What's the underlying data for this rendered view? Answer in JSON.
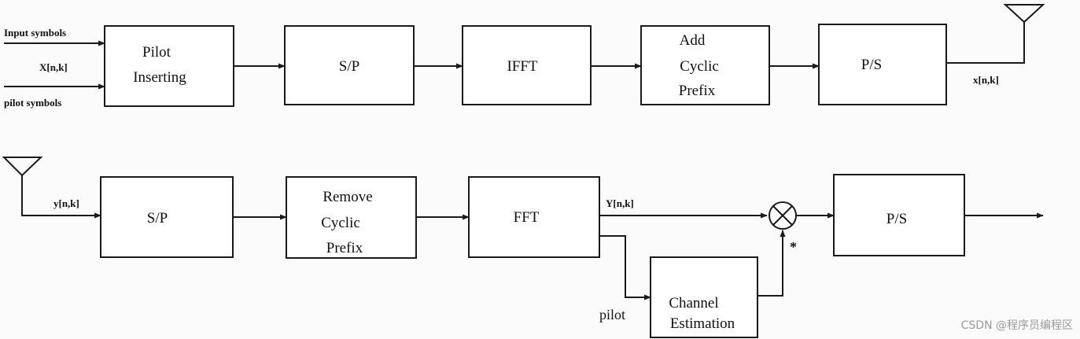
{
  "tx": {
    "input_label": "Input symbols",
    "x_label": "X[n,k]",
    "pilot_label": "pilot symbols",
    "pilot_inserting": [
      "Pilot",
      "Inserting"
    ],
    "sp": "S/P",
    "ifft": "IFFT",
    "add_cp": [
      "Add",
      "Cyclic",
      "Prefix"
    ],
    "ps": "P/S",
    "out_label": "x[n,k]"
  },
  "rx": {
    "in_label": "y[n,k]",
    "sp": "S/P",
    "remove_cp": [
      "Remove",
      "Cyclic",
      "Prefix"
    ],
    "fft": "FFT",
    "y_label": "Y[n,k]",
    "pilot_label": "pilot",
    "channel_estimation": [
      "Channel",
      "Estimation"
    ],
    "conj_mark": "*",
    "ps": "P/S"
  },
  "watermark": "CSDN @程序员编程区"
}
